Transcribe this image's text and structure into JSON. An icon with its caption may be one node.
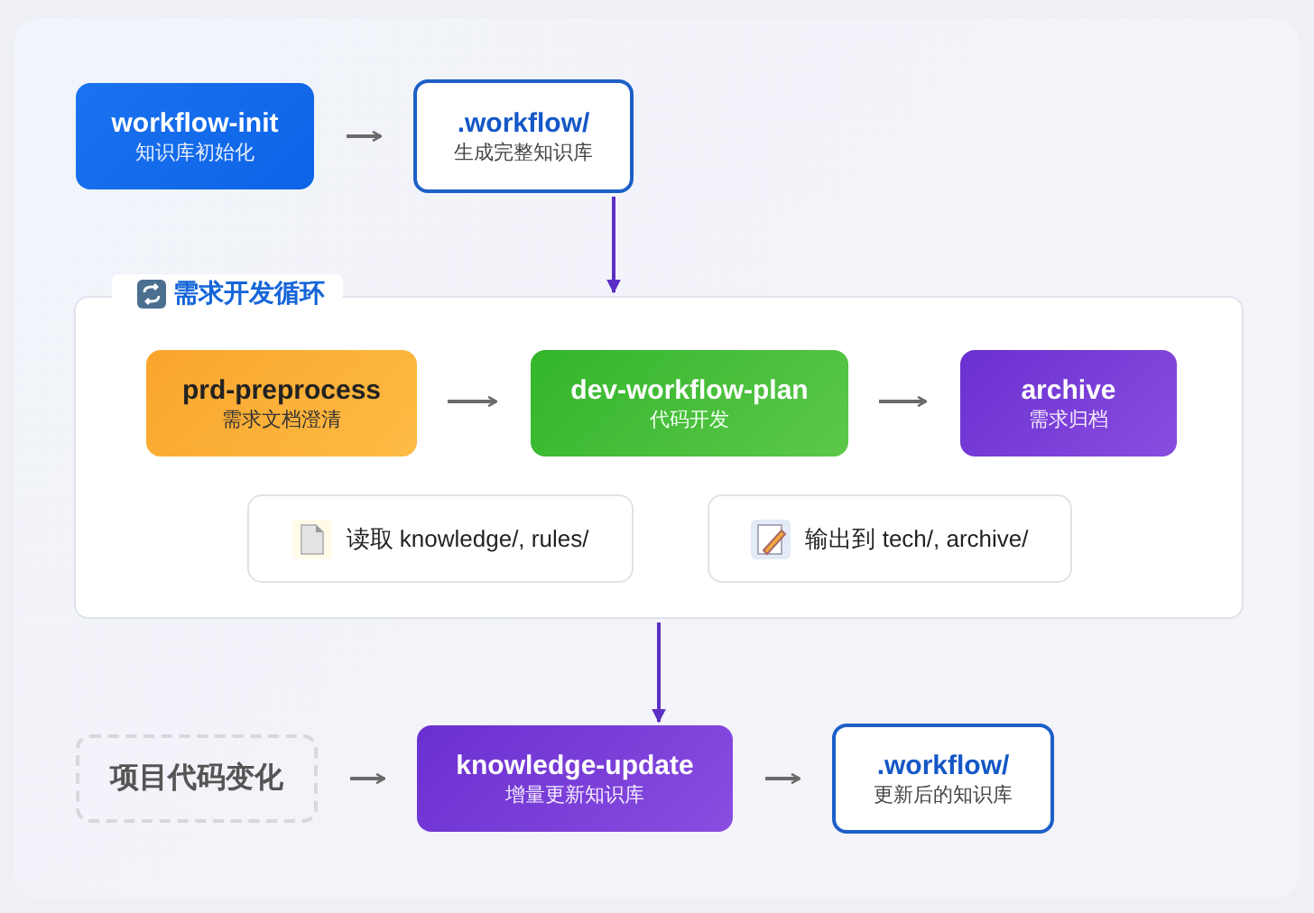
{
  "diagram": {
    "nodes": [
      {
        "text": [
          "workflow-init",
          "知识库初始化"
        ]
      },
      {
        "text": [
          ".workflow/",
          "生成完整知识库"
        ]
      },
      {
        "text": [
          "需求开发循环"
        ]
      },
      {
        "text": [
          "prd-preprocess",
          "需求文档澄清"
        ],
        "in": 2
      },
      {
        "text": [
          "dev-workflow-plan",
          "代码开发"
        ],
        "in": 2
      },
      {
        "text": [
          "archive",
          "需求归档"
        ],
        "in": 2
      },
      {
        "text": [
          "读取 knowledge/, rules/"
        ],
        "in": 2
      },
      {
        "text": [
          "输出到 tech/, archive/"
        ],
        "in": 2
      },
      {
        "text": [
          "项目代码变化"
        ]
      },
      {
        "text": [
          "knowledge-update",
          "增量更新知识库"
        ]
      },
      {
        "text": [
          ".workflow/",
          "更新后的知识库"
        ]
      }
    ],
    "edges": [
      {
        "from": 0,
        "to": 1,
        "arrow": "to"
      },
      {
        "from": 1,
        "to": 2,
        "arrow": "to",
        "color": "#5b2fc4"
      },
      {
        "from": 3,
        "to": 4,
        "arrow": "to"
      },
      {
        "from": 4,
        "to": 5,
        "arrow": "to"
      },
      {
        "from": 2,
        "to": 9,
        "arrow": "to",
        "color": "#5b2fc4"
      },
      {
        "from": 8,
        "to": 9,
        "arrow": "to"
      },
      {
        "from": 9,
        "to": 10,
        "arrow": "to"
      }
    ]
  }
}
